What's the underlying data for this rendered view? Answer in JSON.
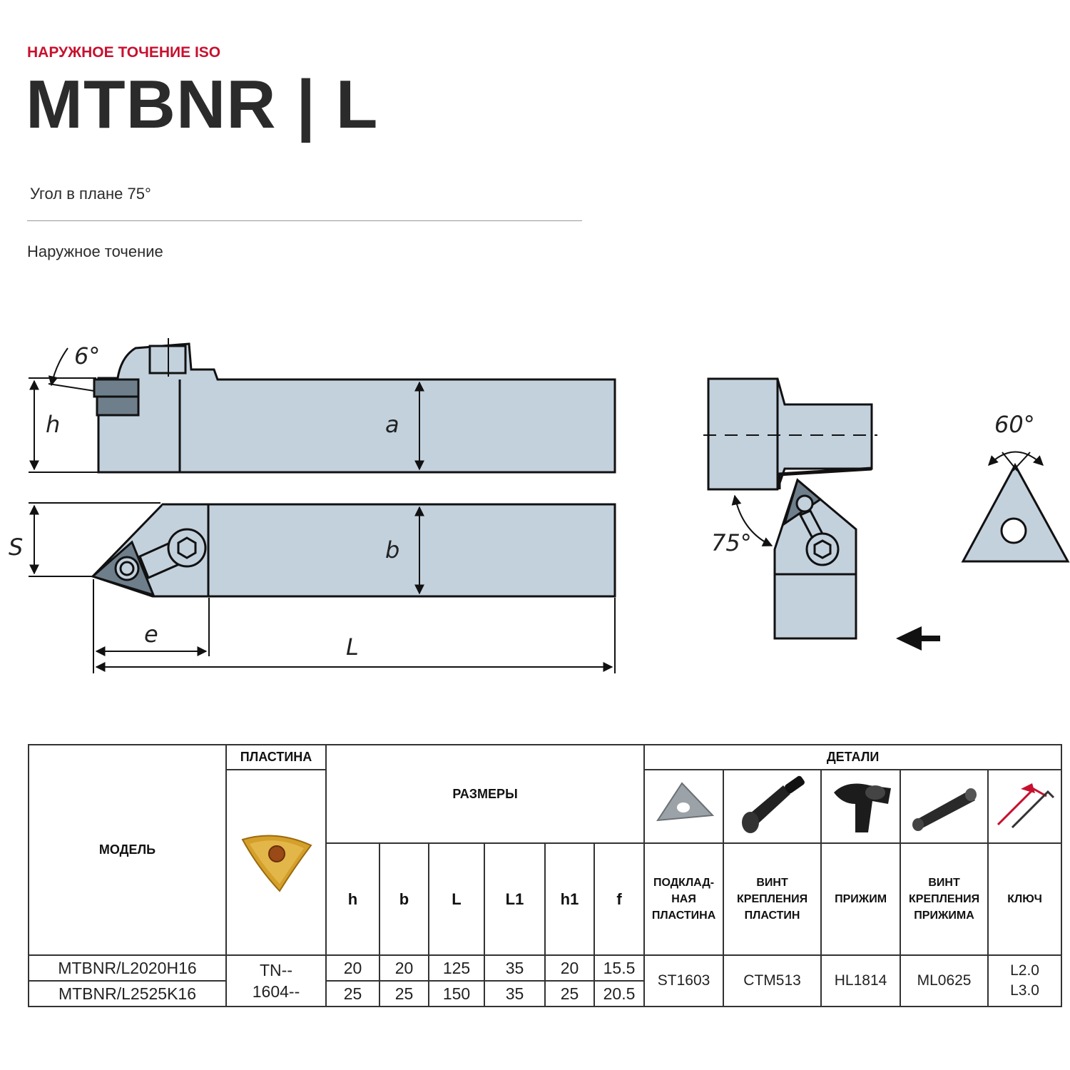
{
  "header": {
    "category": "НАРУЖНОЕ ТОЧЕНИЕ ISO",
    "title": "MTBNR | L",
    "subtitle": "Угол в плане 75°",
    "description": "Наружное точение"
  },
  "drawing": {
    "angle_clearance": "6°",
    "label_h": "h",
    "label_a": "a",
    "label_s": "S",
    "label_b": "b",
    "label_e": "e",
    "label_L": "L",
    "angle_approach": "75°",
    "angle_insert": "60°"
  },
  "table": {
    "model_header": "МОДЕЛЬ",
    "insert_header": "ПЛАСТИНА",
    "sizes_header": "РАЗМЕРЫ",
    "details_header": "ДЕТАЛИ",
    "dim_headers": [
      "h",
      "b",
      "L",
      "L1",
      "h1",
      "f"
    ],
    "detail_headers": {
      "shim": "ПОДКЛАД-\nНАЯ\nПЛАСТИНА",
      "insert_screw": "ВИНТ\nКРЕПЛЕНИЯ\nПЛАСТИН",
      "clamp": "ПРИЖИМ",
      "clamp_screw": "ВИНТ\nКРЕПЛЕНИЯ\nПРИЖИМА",
      "key": "КЛЮЧ"
    },
    "rows": [
      {
        "model": "MTBNR/L2020H16",
        "h": "20",
        "b": "20",
        "L": "125",
        "L1": "35",
        "h1": "20",
        "f": "15.5"
      },
      {
        "model": "MTBNR/L2525K16",
        "h": "25",
        "b": "25",
        "L": "150",
        "L1": "35",
        "h1": "25",
        "f": "20.5"
      }
    ],
    "insert_code": "TN--\n1604--",
    "shim": "ST1603",
    "insert_screw": "CTM513",
    "clamp": "HL1814",
    "clamp_screw": "ML0625",
    "key": "L2.0\nL3.0"
  },
  "colors": {
    "accent": "#c8102e",
    "body_fill": "#c3d1dd",
    "insert_gold": "#d4a02a"
  }
}
